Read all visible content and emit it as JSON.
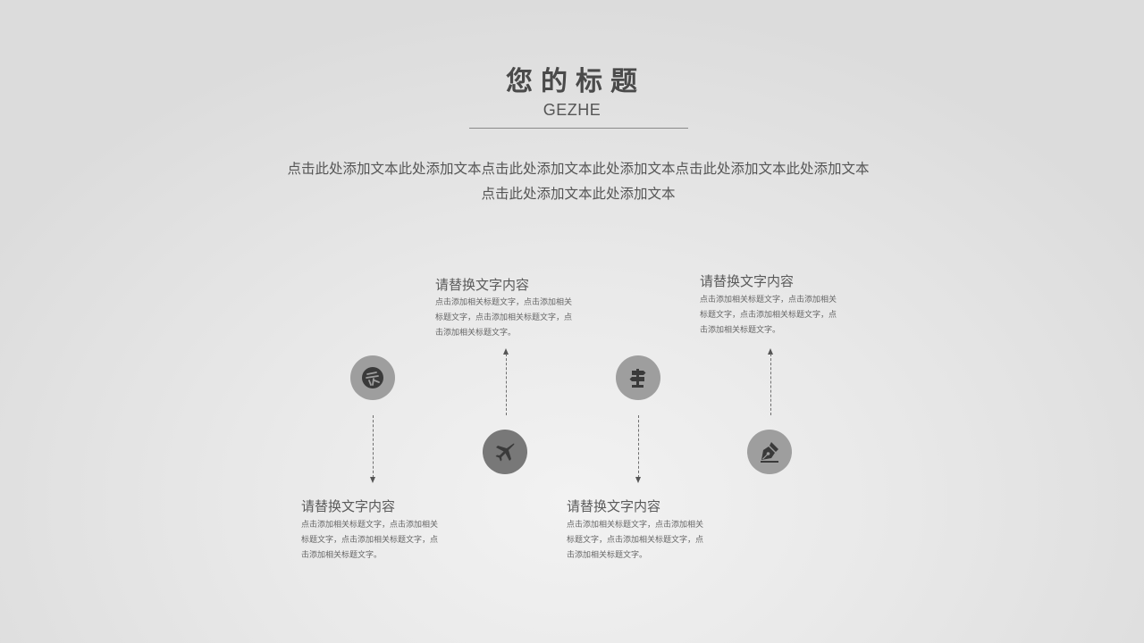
{
  "slide": {
    "title": "您的标题",
    "subtitle": "GEZHE",
    "intro_line1": "点击此处添加文本此处添加文本点击此处添加文本此处添加文本点击此处添加文本此处添加文本",
    "intro_line2": "点击此处添加文本此处添加文本"
  },
  "steps": [
    {
      "icon": "tickets-icon",
      "heading": "请替换文字内容",
      "body": "点击添加相关标题文字，点击添加相关标题文字，点击添加相关标题文字，点击添加相关标题文字。"
    },
    {
      "icon": "airplane-icon",
      "heading": "请替换文字内容",
      "body": "点击添加相关标题文字，点击添加相关标题文字，点击添加相关标题文字，点击添加相关标题文字。"
    },
    {
      "icon": "signpost-icon",
      "heading": "请替换文字内容",
      "body": "点击添加相关标题文字，点击添加相关标题文字，点击添加相关标题文字，点击添加相关标题文字。"
    },
    {
      "icon": "pen-nib-icon",
      "heading": "请替换文字内容",
      "body": "点击添加相关标题文字，点击添加相关标题文字，点击添加相关标题文字，点击添加相关标题文字。"
    }
  ],
  "colors": {
    "background": "#e6e6e6",
    "circle_light": "#9e9e9e",
    "circle_dark": "#787878",
    "icon": "#3a3a3a",
    "text": "#555555"
  }
}
